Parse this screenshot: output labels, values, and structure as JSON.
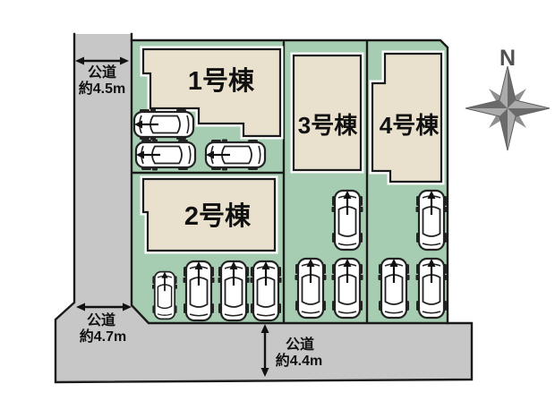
{
  "lots": [
    {
      "building_label": "1号棟",
      "parked_cars": 3
    },
    {
      "building_label": "2号棟",
      "parked_cars": 4
    },
    {
      "building_label": "3号棟",
      "parked_cars": 3
    },
    {
      "building_label": "4号棟",
      "parked_cars": 3
    }
  ],
  "roads": {
    "west": {
      "name": "公道",
      "width": "約4.5m"
    },
    "southwest": {
      "name": "公道",
      "width": "約4.7m"
    },
    "south": {
      "name": "公道",
      "width": "約4.4m"
    }
  },
  "compass": {
    "north_label": "N"
  },
  "parking": {
    "total_cars": 13
  },
  "colors": {
    "site_green": "#a6cdb1",
    "building_beige": "#e9e1cd",
    "road_gray": "#c7c7c8",
    "outline": "#1a1a1a",
    "compass_gray": "#8f8f8f"
  }
}
